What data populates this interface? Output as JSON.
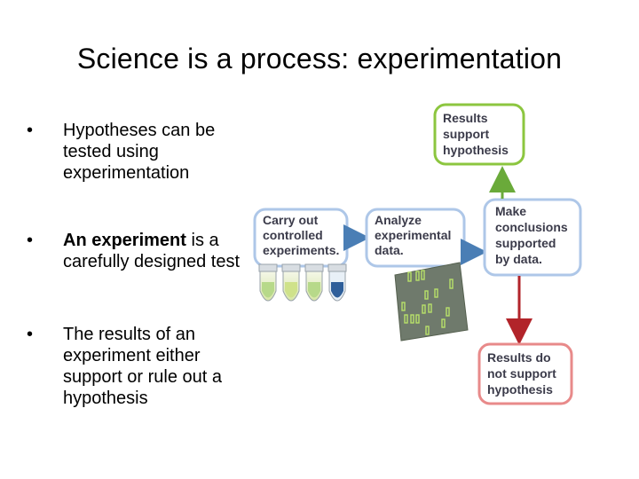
{
  "title": "Science is a process: experimentation",
  "bullets": [
    {
      "bold": "",
      "rest": "Hypotheses can be tested using experimentation"
    },
    {
      "bold": "An experiment",
      "rest": " is a carefully designed test"
    },
    {
      "bold": "",
      "rest": "The results of an experiment either support or rule out a hypothesis"
    }
  ],
  "diagram": {
    "carry_out": [
      "Carry out",
      "controlled",
      "experiments."
    ],
    "analyze": [
      "Analyze",
      "experimental",
      "data."
    ],
    "make_conclusions": [
      "Make",
      "conclusions",
      "supported",
      "by data."
    ],
    "results_support": [
      "Results",
      "support",
      "hypothesis"
    ],
    "results_not_support": [
      "Results do",
      "not support",
      "hypothesis"
    ],
    "colors": {
      "box_border": "#aec7e8",
      "green_box_border": "#8cc63f",
      "red_box_border": "#e88a8a",
      "arrow_blue": "#4a7eb5",
      "arrow_green": "#6aaa3a",
      "arrow_red": "#b2242a"
    }
  }
}
